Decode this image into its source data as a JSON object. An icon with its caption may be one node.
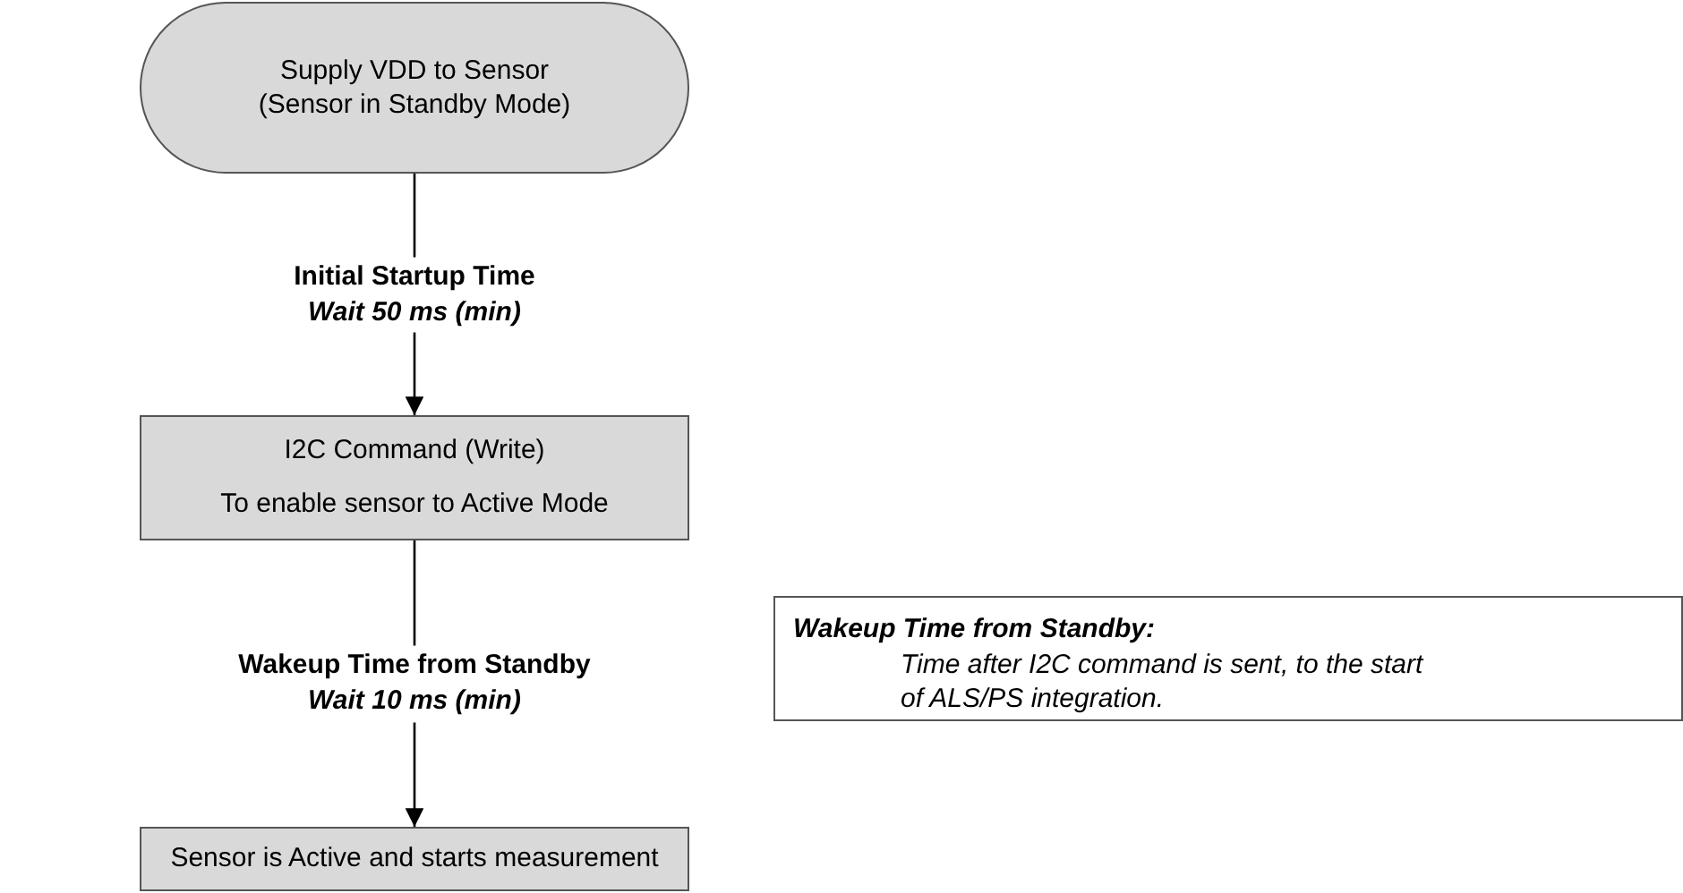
{
  "diagram": {
    "nodes": [
      {
        "text": [
          "Supply VDD to Sensor",
          "(Sensor in Standby Mode)"
        ]
      },
      {
        "text": [
          "I2C Command (Write)",
          "To enable sensor to Active Mode"
        ]
      },
      {
        "text": [
          "Sensor is Active and starts measurement"
        ]
      },
      {
        "text": [
          "Wakeup Time from Standby:",
          "Time after I2C command is sent, to the start of ALS/PS integration."
        ]
      }
    ],
    "edges": [
      {
        "from": 0,
        "to": 1,
        "arrow": "to",
        "label": "Initial Startup Time *Wait 50 ms (min)*"
      },
      {
        "from": 1,
        "to": 2,
        "arrow": "to",
        "label": "Wakeup Time from Standby *Wait 10 ms (min)*"
      }
    ]
  }
}
